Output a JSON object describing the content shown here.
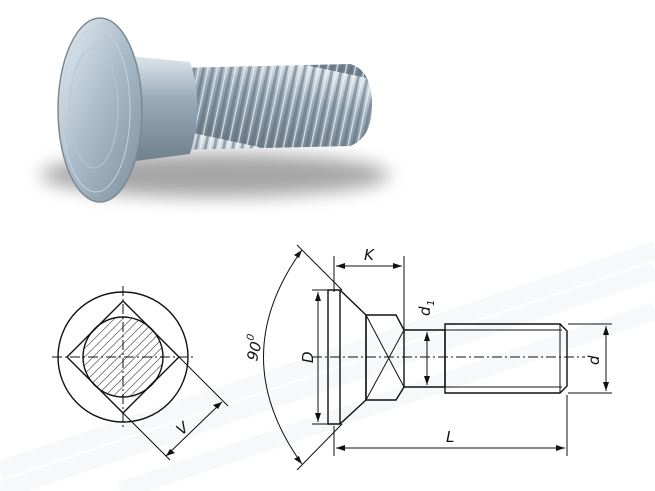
{
  "labels": {
    "K": "K",
    "d1_main": "d",
    "d1_sub": "1",
    "angle_value": "90",
    "angle_unit": "0",
    "D": "D",
    "d": "d",
    "L": "L",
    "V": "V"
  }
}
